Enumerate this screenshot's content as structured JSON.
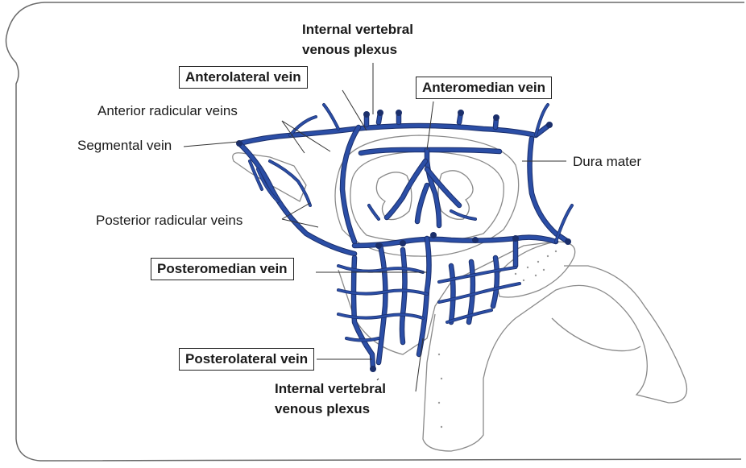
{
  "labels": {
    "ivvp_top": "Internal vertebral\nvenous plexus",
    "anterolateral": "Anterolateral vein",
    "anteromedian": "Anteromedian vein",
    "anterior_radicular": "Anterior radicular veins",
    "segmental": "Segmental vein",
    "dura": "Dura mater",
    "posterior_radicular": "Posterior radicular veins",
    "posteromedian": "Posteromedian vein",
    "posterolateral": "Posterolateral vein",
    "ivvp_bottom": "Internal vertebral\nvenous plexus"
  },
  "colors": {
    "vein": "#2b4ea6",
    "vein_dark": "#1b2f6b",
    "outline": "#8a8a8a",
    "frame": "#6a6a6a",
    "leader": "#333333"
  }
}
